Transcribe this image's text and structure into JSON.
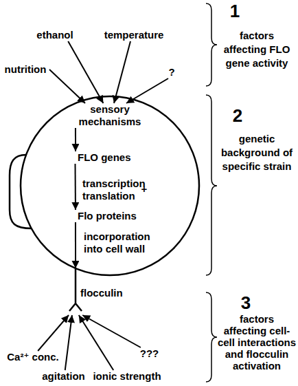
{
  "diagram": {
    "nodes": [
      {
        "text": [
          "ethanol"
        ]
      },
      {
        "text": [
          "temperature"
        ]
      },
      {
        "text": [
          "nutrition"
        ]
      },
      {
        "text": [
          "?"
        ]
      },
      {
        "text": [
          "sensory mechanisms"
        ]
      },
      {
        "text": [
          "FLO genes"
        ]
      },
      {
        "text": [
          "Flo proteins"
        ]
      },
      {
        "text": [
          "flocculin"
        ]
      },
      {
        "text": [
          "Ca²⁺ conc."
        ]
      },
      {
        "text": [
          "agitation"
        ]
      },
      {
        "text": [
          "ionic strength"
        ]
      },
      {
        "text": [
          "???"
        ]
      }
    ],
    "edges": [
      {
        "from": 0,
        "to": 4,
        "arrow": "to"
      },
      {
        "from": 1,
        "to": 4,
        "arrow": "to"
      },
      {
        "from": 2,
        "to": 4,
        "arrow": "to"
      },
      {
        "from": 3,
        "to": 4,
        "arrow": "to"
      },
      {
        "from": 4,
        "to": 5,
        "arrow": "to"
      },
      {
        "from": 5,
        "to": 6,
        "label": "transcription translation",
        "arrow": "to"
      },
      {
        "from": 6,
        "to": 7,
        "label": "incorporation into cell wall",
        "arrow": "to"
      },
      {
        "from": 8,
        "to": 7,
        "arrow": "to"
      },
      {
        "from": 9,
        "to": 7,
        "arrow": "to"
      },
      {
        "from": 10,
        "to": 7,
        "arrow": "to"
      },
      {
        "from": 11,
        "to": 7,
        "arrow": "to"
      }
    ],
    "labels": [
      "1",
      "factors affecting FLO gene activity",
      "2",
      "genetic background of specific strain",
      "+",
      "3",
      "factors affecting cell-cell interactions and flocculin activation"
    ]
  }
}
